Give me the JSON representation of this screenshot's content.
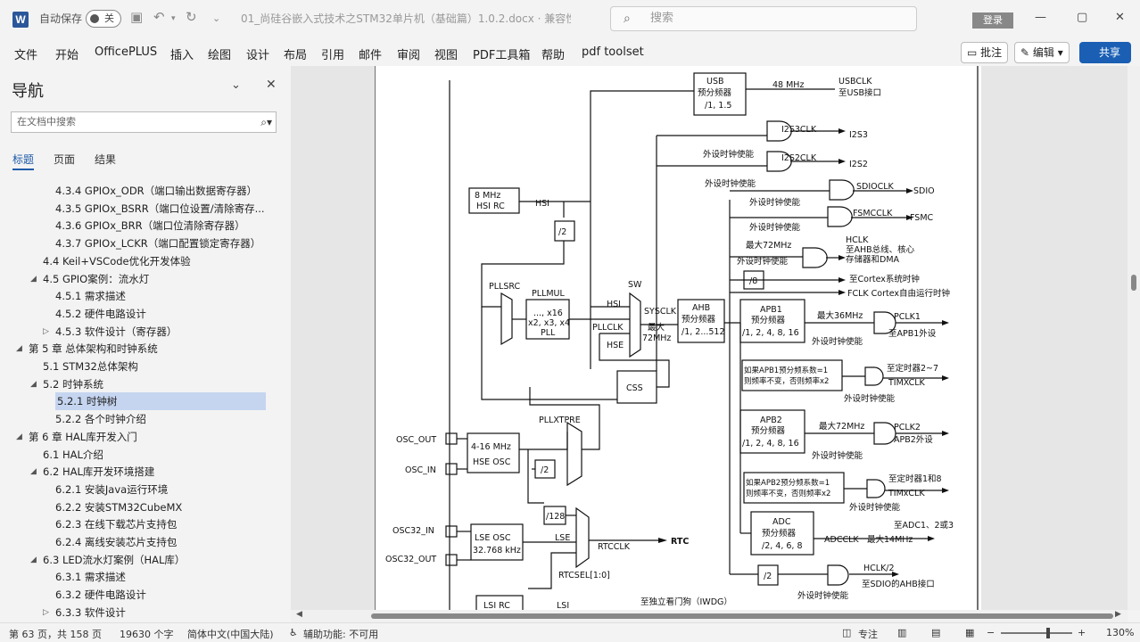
{
  "title_bar": {
    "word_logo": "W",
    "autosave_label": "自动保存",
    "autosave_toggle": "关",
    "doc_title": "01_尚硅谷嵌入式技术之STM32单片机（基础篇）1.0.2.docx · 兼容性...",
    "search_placeholder": "搜索",
    "login": "登录"
  },
  "menu": [
    "文件",
    "开始",
    "OfficePLUS",
    "插入",
    "绘图",
    "设计",
    "布局",
    "引用",
    "邮件",
    "审阅",
    "视图",
    "PDF工具箱",
    "帮助",
    "pdf toolset"
  ],
  "ribbon_buttons": {
    "comment": "批注",
    "edit": "编辑",
    "share": "共享"
  },
  "nav": {
    "title": "导航",
    "search_placeholder": "在文档中搜索",
    "tabs": [
      "标题",
      "页面",
      "结果"
    ],
    "items": [
      {
        "label": "4.3.4 GPIOx_ODR（端口输出数据寄存器）",
        "level": 3,
        "tri": "",
        "selected": false
      },
      {
        "label": "4.3.5 GPIOx_BSRR（端口位设置/清除寄存...",
        "level": 3,
        "tri": "",
        "selected": false
      },
      {
        "label": "4.3.6 GPIOx_BRR（端口位清除寄存器）",
        "level": 3,
        "tri": "",
        "selected": false
      },
      {
        "label": "4.3.7 GPIOx_LCKR（端口配置锁定寄存器）",
        "level": 3,
        "tri": "",
        "selected": false
      },
      {
        "label": "4.4 Keil+VSCode优化开发体验",
        "level": 2,
        "tri": "",
        "selected": false
      },
      {
        "label": "4.5 GPIO案例：流水灯",
        "level": 2,
        "tri": "◢",
        "selected": false
      },
      {
        "label": "4.5.1 需求描述",
        "level": 3,
        "tri": "",
        "selected": false
      },
      {
        "label": "4.5.2 硬件电路设计",
        "level": 3,
        "tri": "",
        "selected": false
      },
      {
        "label": "4.5.3 软件设计（寄存器）",
        "level": 3,
        "tri": "▷",
        "selected": false
      },
      {
        "label": "第 5 章 总体架构和时钟系统",
        "level": 1,
        "tri": "◢",
        "selected": false
      },
      {
        "label": "5.1 STM32总体架构",
        "level": 2,
        "tri": "",
        "selected": false
      },
      {
        "label": "5.2 时钟系统",
        "level": 2,
        "tri": "◢",
        "selected": false
      },
      {
        "label": "5.2.1 时钟树",
        "level": 3,
        "tri": "",
        "selected": true
      },
      {
        "label": "5.2.2 各个时钟介绍",
        "level": 3,
        "tri": "",
        "selected": false
      },
      {
        "label": "第 6 章 HAL库开发入门",
        "level": 1,
        "tri": "◢",
        "selected": false
      },
      {
        "label": "6.1 HAL介绍",
        "level": 2,
        "tri": "",
        "selected": false
      },
      {
        "label": "6.2 HAL库开发环境搭建",
        "level": 2,
        "tri": "◢",
        "selected": false
      },
      {
        "label": "6.2.1 安装Java运行环境",
        "level": 3,
        "tri": "",
        "selected": false
      },
      {
        "label": "6.2.2 安装STM32CubeMX",
        "level": 3,
        "tri": "",
        "selected": false
      },
      {
        "label": "6.2.3 在线下载芯片支持包",
        "level": 3,
        "tri": "",
        "selected": false
      },
      {
        "label": "6.2.4 离线安装芯片支持包",
        "level": 3,
        "tri": "",
        "selected": false
      },
      {
        "label": "6.3 LED流水灯案例（HAL库）",
        "level": 2,
        "tri": "◢",
        "selected": false
      },
      {
        "label": "6.3.1 需求描述",
        "level": 3,
        "tri": "",
        "selected": false
      },
      {
        "label": "6.3.2 硬件电路设计",
        "level": 3,
        "tri": "",
        "selected": false
      },
      {
        "label": "6.3.3 软件设计",
        "level": 3,
        "tri": "▷",
        "selected": false
      }
    ]
  },
  "diagram": {
    "usb_box": [
      "USB",
      "预分频器",
      "/1, 1.5"
    ],
    "usb_freq": "48 MHz",
    "usbclk": "USBCLK",
    "usbclk_to": "至USB接口",
    "i2s3clk": "I2S3CLK",
    "i2s3": "I2S3",
    "i2s2clk": "I2S2CLK",
    "i2s2": "I2S2",
    "periph_en": "外设时钟使能",
    "sdioclk": "SDIOCLK",
    "sdio": "SDIO",
    "fsmcclk": "FSMCCLK",
    "fsmc": "FSMC",
    "max72": "最大72MHz",
    "hclk": "HCLK",
    "hclk_to": "至AHB总线、核心",
    "hclk_to2": "存储器和DMA",
    "div8": "/8",
    "cortex_timer": "至Cortex系统时钟",
    "fclk": "FCLK Cortex自由运行时钟",
    "hsi_box": [
      "8 MHz",
      "HSI RC"
    ],
    "hsi": "HSI",
    "div2": "/2",
    "pllsrc": "PLLSRC",
    "pllmul": "PLLMUL",
    "pll_box": [
      "..., x16",
      "x2, x3, x4",
      "PLL"
    ],
    "pllclk": "PLLCLK",
    "sw": "SW",
    "sysclk": "SYSCLK",
    "hse": "HSE",
    "ahb_box": [
      "AHB",
      "预分频器",
      "/1, 2...512"
    ],
    "max_label": "最大",
    "max72_short": "72MHz",
    "css": "CSS",
    "apb1_box": [
      "APB1",
      "预分频器",
      "/1, 2, 4, 8, 16"
    ],
    "max36": "最大36MHz",
    "pclk1": "PCLK1",
    "pclk1_to": "至APB1外设",
    "apb1_note": [
      "如果APB1预分频系数=1",
      "则频率不变，否则频率x2"
    ],
    "tim1": "至定时器2~7",
    "timxclk": "TIMXCLK",
    "apb2_box": [
      "APB2",
      "预分频器",
      "/1, 2, 4, 8, 16"
    ],
    "pclk2": "PCLK2",
    "pclk2_to": "APB2外设",
    "apb2_note": [
      "如果APB2预分频系数=1",
      "则频率不变，否则频率x2"
    ],
    "tim2": "至定时器1和8",
    "timxclk2": "TIMxCLK",
    "adc_box": [
      "ADC",
      "预分频器",
      "/2, 4, 6, 8"
    ],
    "adc_to": "至ADC1、2或3",
    "adcclk": "ADCCLK",
    "max14": "最大14MHz",
    "hclk2": "HCLK/2",
    "sdio_ahb": "至SDIO的AHB接口",
    "pllxtpre": "PLLXTPRE",
    "osc_out": "OSC_OUT",
    "osc_in": "OSC_IN",
    "hse_box": [
      "4-16 MHz",
      "HSE OSC"
    ],
    "div128": "/128",
    "osc32_in": "OSC32_IN",
    "osc32_out": "OSC32_OUT",
    "lse_box": [
      "LSE OSC",
      "32.768 kHz"
    ],
    "lse": "LSE",
    "rtcclk": "RTCCLK",
    "rtc": "RTC",
    "rtcsel": "RTCSEL[1:0]",
    "lsi_rc": "LSI RC",
    "lsi": "LSI",
    "iwdg": "至独立看门狗（IWDG）"
  },
  "status": {
    "page": "第 63 页，共 158 页",
    "words": "19630 个字",
    "lang": "简体中文(中国大陆)",
    "access": "辅助功能: 不可用",
    "focus": "专注",
    "zoom": "130%"
  }
}
